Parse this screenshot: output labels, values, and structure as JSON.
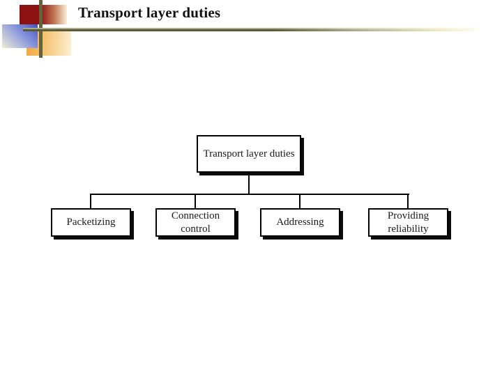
{
  "slide": {
    "title": "Transport layer duties",
    "background_color": "#ffffff"
  },
  "decoration": {
    "red_square_color": "#8c1212",
    "olive_line_color": "#5a5a39",
    "blue_square_color": "#4353c0",
    "orange_square_color": "#f1a73b"
  },
  "diagram": {
    "root": {
      "label": "Transport layer duties"
    },
    "children": [
      {
        "label": "Packetizing"
      },
      {
        "label": "Connection control"
      },
      {
        "label": "Addressing"
      },
      {
        "label": "Providing reliability"
      }
    ],
    "box_fill": "#ffffff",
    "box_border_color": "#000000",
    "shadow_color": "#0b0b0b",
    "connector_color": "#000000"
  }
}
